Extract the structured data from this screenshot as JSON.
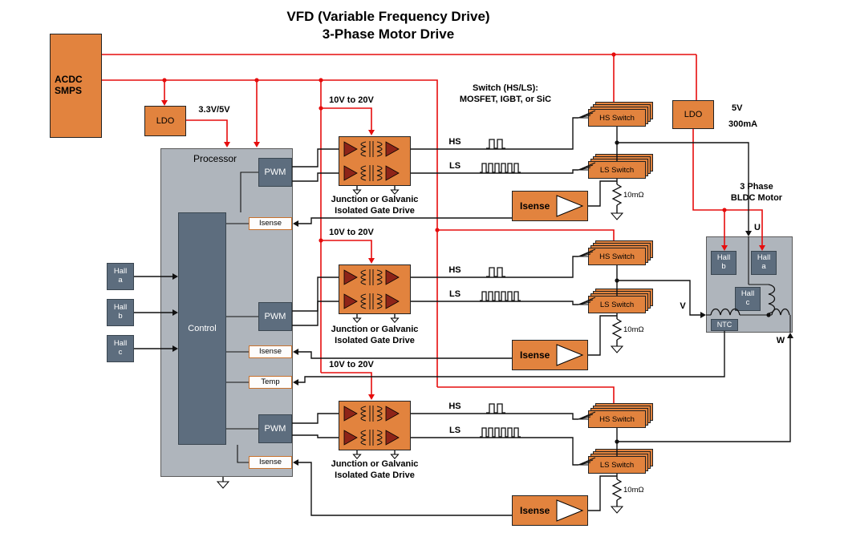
{
  "title": {
    "line1": "VFD (Variable Frequency Drive)",
    "line2": "3-Phase Motor Drive"
  },
  "blocks": {
    "acdc": "ACDC\nSMPS",
    "ldo_left": "LDO",
    "rail_3v3_5v": "3.3V/5V",
    "ldo_right": "LDO",
    "rail_5v": "5V",
    "rail_300ma": "300mA",
    "gate_supply": "10V to 20V",
    "processor": "Processor",
    "control": "Control",
    "pwm": "PWM",
    "isense": "Isense",
    "temp": "Temp",
    "hall_a": "Hall\na",
    "hall_b": "Hall\nb",
    "hall_c": "Hall\nc",
    "ntc": "NTC"
  },
  "gate_drive": {
    "caption": "Junction or Galvanic\nIsolated Gate Drive",
    "hs": "HS",
    "ls": "LS"
  },
  "switches": {
    "heading": "Switch (HS/LS):\nMOSFET, IGBT, or SiC",
    "hs": "HS Switch",
    "ls": "LS Switch",
    "shunt": "10mΩ",
    "isense": "Isense"
  },
  "motor": {
    "caption": "3 Phase\nBLDC Motor",
    "u": "U",
    "v": "V",
    "w": "W"
  },
  "colors": {
    "orange": "#E2833E",
    "slate": "#5D6D7E",
    "panel": "#AFB5BC",
    "red": "#E60D0D",
    "outline_orange": "#C8722E",
    "gate_triangle": "#8E2418"
  }
}
